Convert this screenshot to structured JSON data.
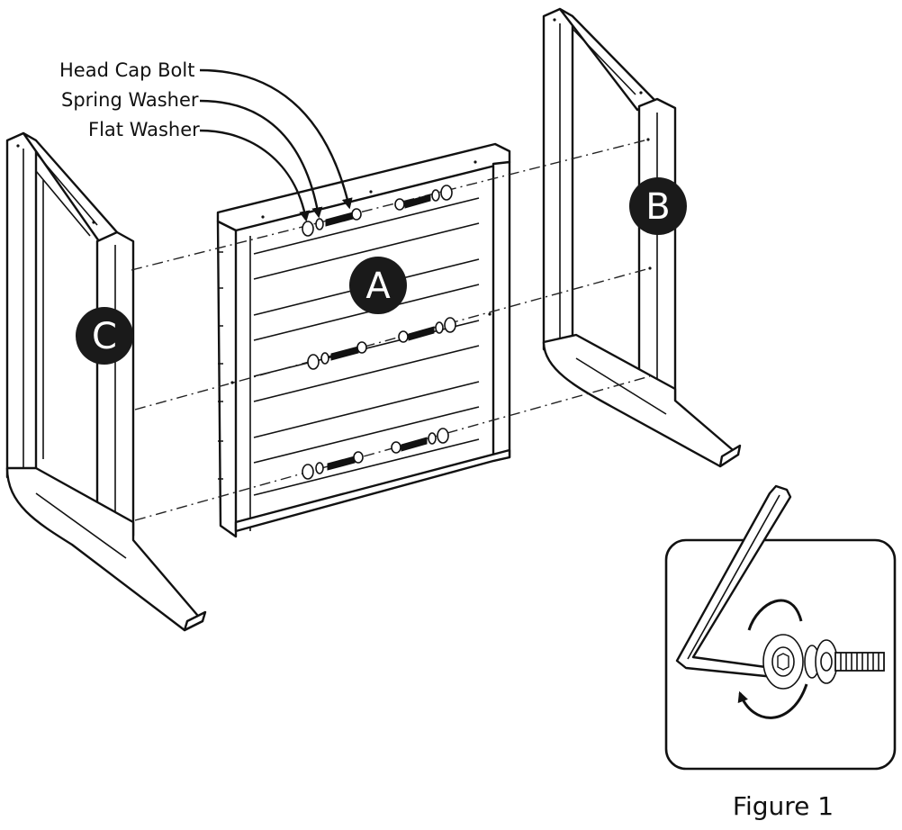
{
  "labels": {
    "head_cap_bolt": "Head Cap Bolt",
    "spring_washer": "Spring Washer",
    "flat_washer": "Flat Washer"
  },
  "parts": {
    "a": "A",
    "b": "B",
    "c": "C"
  },
  "figure": {
    "caption": "Figure 1"
  },
  "colors": {
    "ink": "#111111",
    "badge": "#1a1a1a",
    "background": "#ffffff"
  }
}
